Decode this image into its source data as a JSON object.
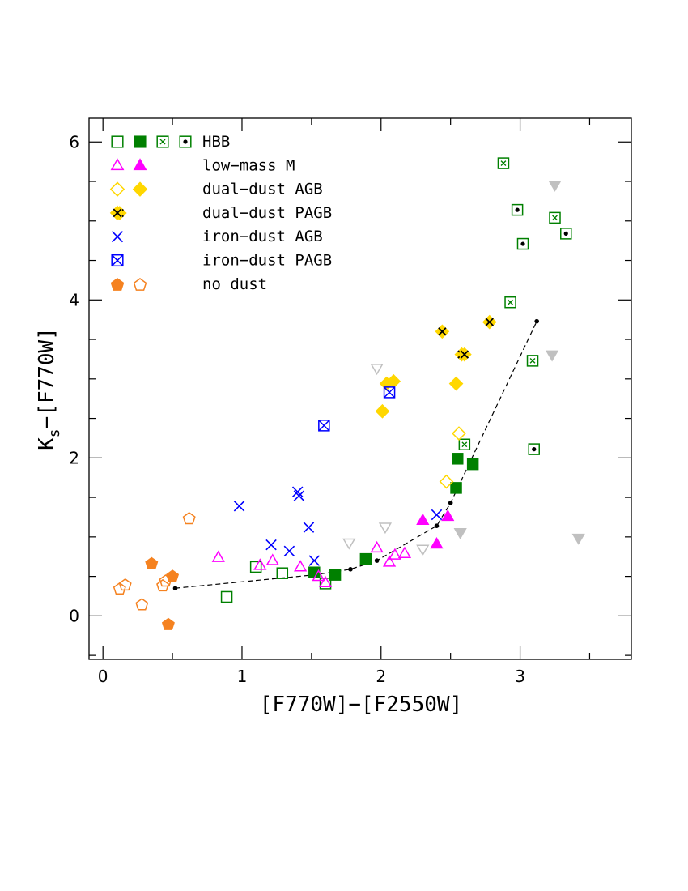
{
  "chart_data": {
    "type": "scatter",
    "xlabel": "[F770W]−[F2550W]",
    "ylabel_main": "K",
    "ylabel_sub": "s",
    "ylabel_rest": "−[F770W]",
    "xlim": [
      -0.1,
      3.8
    ],
    "ylim": [
      -0.55,
      6.3
    ],
    "x_ticks": [
      0,
      1,
      2,
      3
    ],
    "x_tick_labels": [
      "0",
      "1",
      "2",
      "3"
    ],
    "y_ticks": [
      0,
      2,
      4,
      6
    ],
    "y_tick_labels": [
      "0",
      "2",
      "4",
      "6"
    ],
    "x_minor_step": 0.5,
    "y_minor_step": 0.5,
    "grid": false,
    "legend_position": "top-left",
    "colors": {
      "green": "#008000",
      "magenta": "#ff00ff",
      "gold": "#ffd700",
      "blue": "#0000ff",
      "orange": "#f58220",
      "gray": "#c0c0c0",
      "black": "#000000"
    },
    "legend": [
      {
        "label": "HBB",
        "symbols": [
          [
            "square-open",
            "green"
          ],
          [
            "square-filled",
            "green"
          ],
          [
            "square-cross",
            "green"
          ],
          [
            "square-dot",
            "green"
          ]
        ]
      },
      {
        "label": "low−mass M",
        "symbols": [
          [
            "triangle-open",
            "magenta"
          ],
          [
            "triangle-filled",
            "magenta"
          ]
        ]
      },
      {
        "label": "dual−dust AGB",
        "symbols": [
          [
            "diamond-open",
            "gold"
          ],
          [
            "diamond-filled",
            "gold"
          ]
        ]
      },
      {
        "label": "dual−dust PAGB",
        "symbols": [
          [
            "diamond-cross",
            "gold"
          ]
        ]
      },
      {
        "label": "iron−dust AGB",
        "symbols": [
          [
            "cross",
            "blue"
          ]
        ]
      },
      {
        "label": "iron−dust PAGB",
        "symbols": [
          [
            "square-xcross",
            "blue"
          ]
        ]
      },
      {
        "label": "no dust",
        "symbols": [
          [
            "pentagon-filled",
            "orange"
          ],
          [
            "pentagon-open",
            "orange"
          ]
        ]
      }
    ],
    "series": [
      {
        "name": "HBB",
        "symbol": "square-open",
        "color": "green",
        "points": [
          [
            0.89,
            0.24
          ],
          [
            1.1,
            0.62
          ],
          [
            1.29,
            0.54
          ],
          [
            1.6,
            0.41
          ]
        ]
      },
      {
        "name": "HBB",
        "symbol": "square-filled",
        "color": "green",
        "points": [
          [
            1.52,
            0.55
          ],
          [
            1.67,
            0.52
          ],
          [
            1.89,
            0.72
          ],
          [
            2.54,
            1.62
          ],
          [
            2.55,
            1.99
          ],
          [
            2.66,
            1.92
          ]
        ]
      },
      {
        "name": "HBB",
        "symbol": "square-cross",
        "color": "green",
        "points": [
          [
            2.88,
            5.73
          ],
          [
            2.93,
            3.97
          ],
          [
            2.6,
            2.17
          ],
          [
            3.09,
            3.23
          ],
          [
            3.25,
            5.04
          ]
        ]
      },
      {
        "name": "HBB",
        "symbol": "square-dot",
        "color": "green",
        "points": [
          [
            2.98,
            5.14
          ],
          [
            3.02,
            4.71
          ],
          [
            3.33,
            4.84
          ],
          [
            3.1,
            2.11
          ]
        ]
      },
      {
        "name": "low−mass M",
        "symbol": "triangle-open",
        "color": "magenta",
        "points": [
          [
            0.83,
            0.74
          ],
          [
            1.13,
            0.64
          ],
          [
            1.22,
            0.7
          ],
          [
            1.42,
            0.62
          ],
          [
            1.55,
            0.5
          ],
          [
            1.6,
            0.42
          ],
          [
            1.97,
            0.86
          ],
          [
            2.06,
            0.68
          ],
          [
            2.1,
            0.77
          ],
          [
            2.17,
            0.79
          ]
        ]
      },
      {
        "name": "low−mass M",
        "symbol": "triangle-filled",
        "color": "magenta",
        "points": [
          [
            2.3,
            1.21
          ],
          [
            2.4,
            0.91
          ],
          [
            2.48,
            1.26
          ]
        ]
      },
      {
        "name": "dual−dust AGB",
        "symbol": "diamond-open",
        "color": "gold",
        "points": [
          [
            2.47,
            1.7
          ],
          [
            2.56,
            2.31
          ]
        ]
      },
      {
        "name": "dual−dust AGB",
        "symbol": "diamond-filled",
        "color": "gold",
        "points": [
          [
            2.01,
            2.59
          ],
          [
            2.04,
            2.94
          ],
          [
            2.09,
            2.97
          ],
          [
            2.54,
            2.94
          ]
        ]
      },
      {
        "name": "dual−dust PAGB",
        "symbol": "diamond-cross",
        "color": "gold",
        "points": [
          [
            0.12,
            5.1
          ],
          [
            2.44,
            3.6
          ],
          [
            2.58,
            3.31
          ],
          [
            2.6,
            3.31
          ],
          [
            2.78,
            3.72
          ]
        ]
      },
      {
        "name": "iron−dust AGB",
        "symbol": "cross",
        "color": "blue",
        "points": [
          [
            0.98,
            1.39
          ],
          [
            1.21,
            0.9
          ],
          [
            1.34,
            0.82
          ],
          [
            1.4,
            1.57
          ],
          [
            1.41,
            1.52
          ],
          [
            1.48,
            1.12
          ],
          [
            1.52,
            0.7
          ],
          [
            2.4,
            1.28
          ]
        ]
      },
      {
        "name": "iron−dust PAGB",
        "symbol": "square-xcross",
        "color": "blue",
        "points": [
          [
            1.59,
            2.41
          ],
          [
            2.06,
            2.83
          ]
        ]
      },
      {
        "name": "no dust",
        "symbol": "pentagon-filled",
        "color": "orange",
        "points": [
          [
            0.35,
            0.67
          ],
          [
            0.5,
            0.51
          ],
          [
            0.47,
            -0.1
          ]
        ]
      },
      {
        "name": "no dust",
        "symbol": "pentagon-open",
        "color": "orange",
        "points": [
          [
            0.12,
            0.35
          ],
          [
            0.16,
            0.4
          ],
          [
            0.28,
            0.15
          ],
          [
            0.43,
            0.39
          ],
          [
            0.45,
            0.45
          ],
          [
            0.62,
            1.24
          ]
        ]
      },
      {
        "symbol": "triangle-down-open",
        "color": "gray",
        "points": [
          [
            1.77,
            0.92
          ],
          [
            1.97,
            3.13
          ],
          [
            2.03,
            1.12
          ],
          [
            2.3,
            0.84
          ]
        ]
      },
      {
        "symbol": "triangle-down-filled",
        "color": "gray",
        "points": [
          [
            2.57,
            1.05
          ],
          [
            3.23,
            3.3
          ],
          [
            3.25,
            5.45
          ],
          [
            3.42,
            0.98
          ]
        ]
      }
    ],
    "model_line": {
      "style": "dashed",
      "color": "black",
      "points": [
        [
          0.52,
          0.35
        ],
        [
          1.52,
          0.52
        ],
        [
          1.78,
          0.59
        ],
        [
          1.97,
          0.7
        ],
        [
          2.4,
          1.14
        ],
        [
          2.5,
          1.43
        ],
        [
          3.12,
          3.73
        ]
      ]
    }
  }
}
